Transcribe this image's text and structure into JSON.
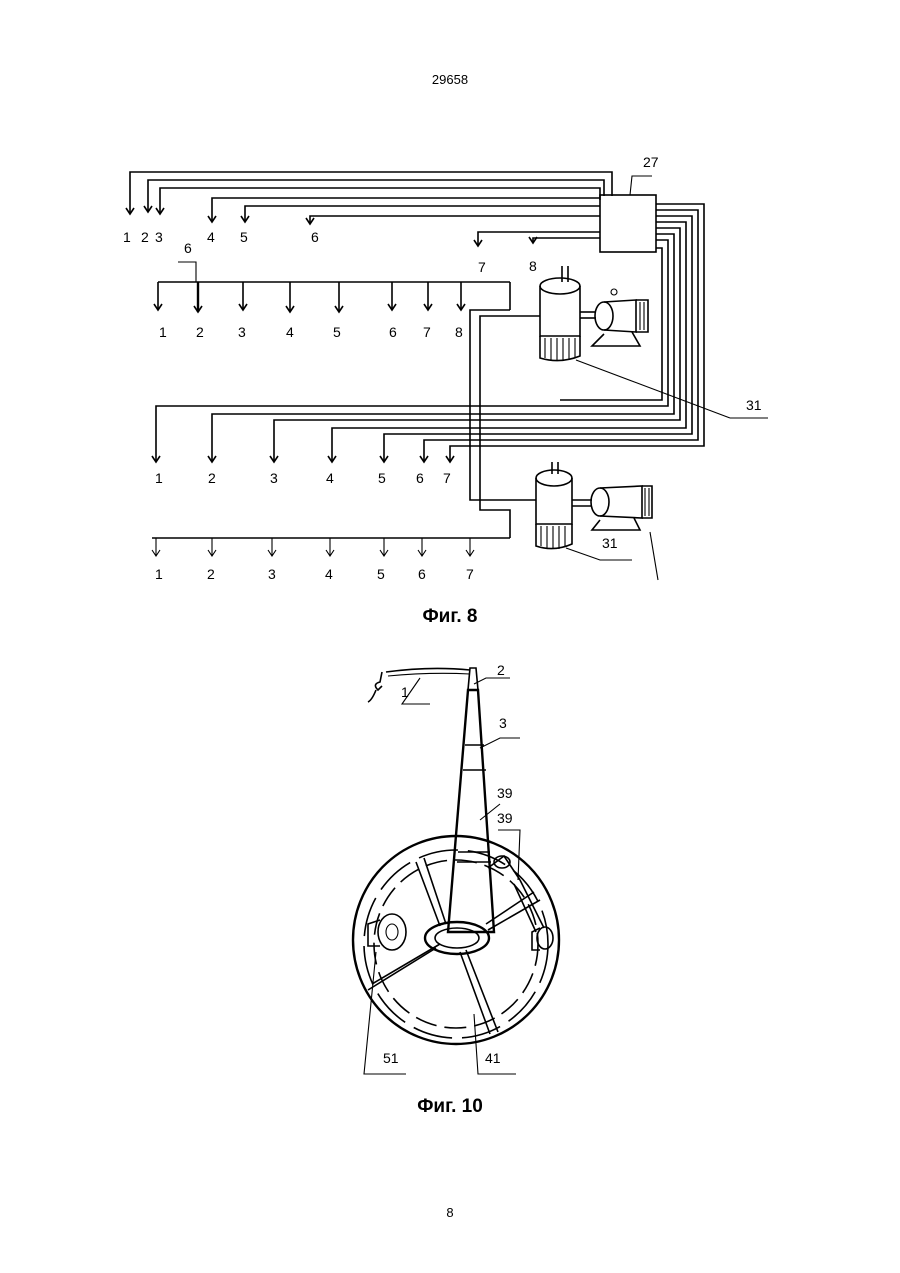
{
  "page": {
    "patent_number": "29658",
    "page_number": "8"
  },
  "figure8": {
    "caption": "Фиг. 8",
    "box_label": "27",
    "pump_label_upper": "31",
    "pump_label_lower": "31",
    "line_label": "6",
    "row1_labels": [
      "1",
      "2",
      "3",
      "4",
      "5",
      "6",
      "7",
      "8"
    ],
    "row2_labels": [
      "1",
      "2",
      "3",
      "4",
      "5",
      "6",
      "7",
      "8"
    ],
    "row3_labels": [
      "1",
      "2",
      "3",
      "4",
      "5",
      "6",
      "7"
    ],
    "row4_labels": [
      "1",
      "2",
      "3",
      "4",
      "5",
      "6",
      "7"
    ]
  },
  "figure10": {
    "caption": "Фиг. 10",
    "labels": [
      "1",
      "2",
      "3",
      "39",
      "39",
      "51",
      "41"
    ]
  }
}
